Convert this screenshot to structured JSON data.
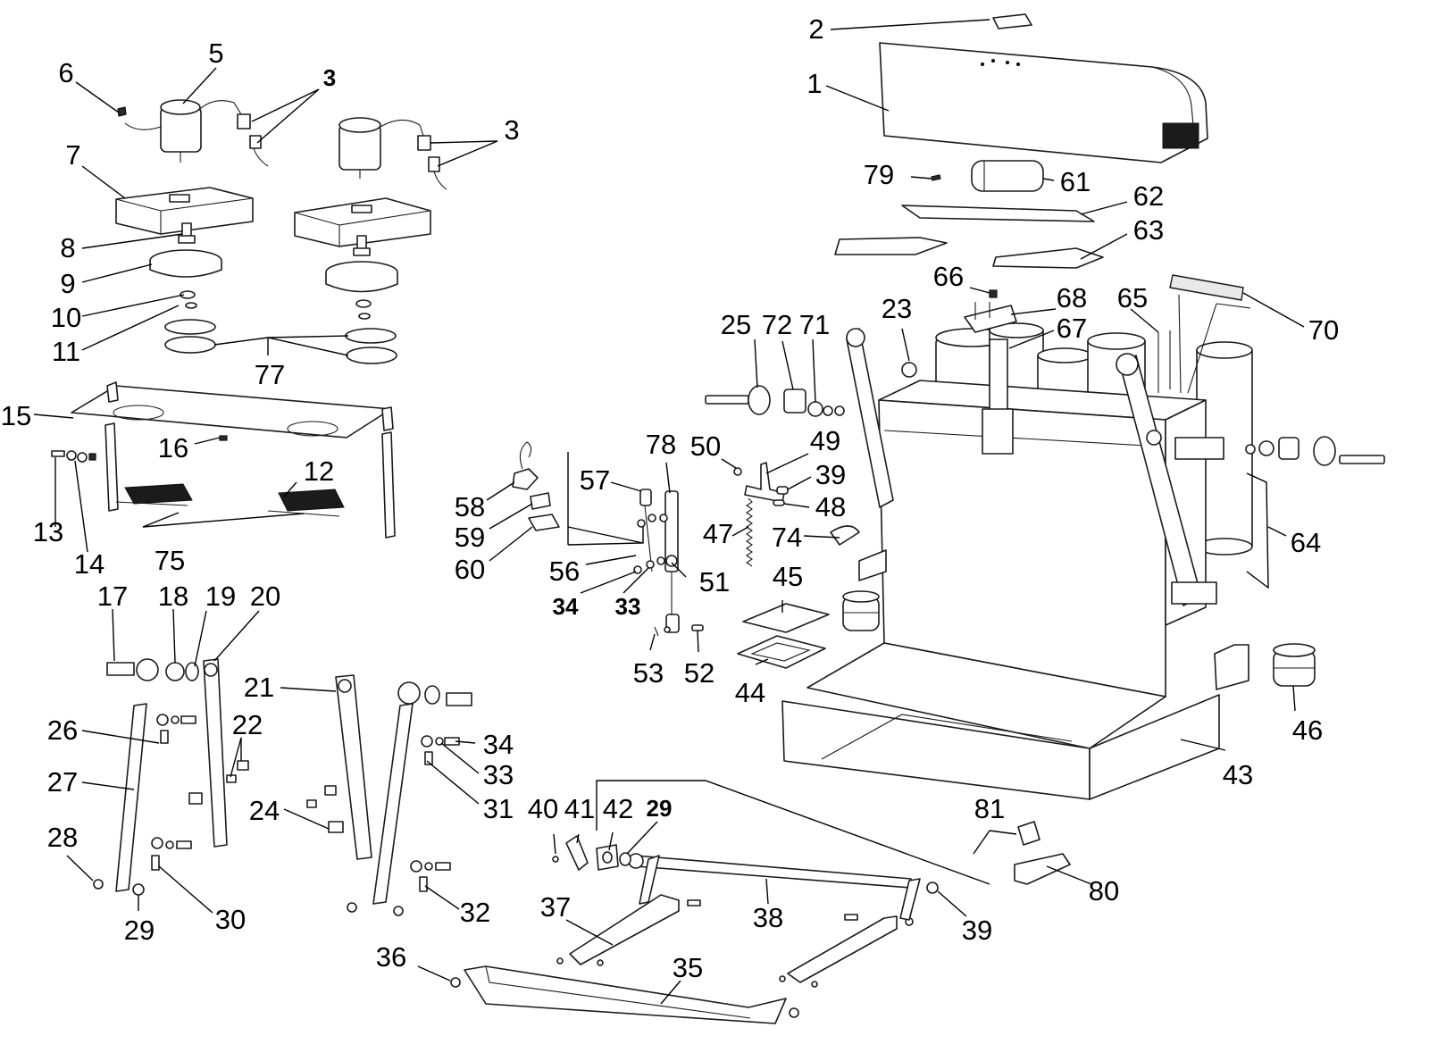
{
  "diagram": {
    "callouts": [
      {
        "id": "c1",
        "text": "1"
      },
      {
        "id": "c2",
        "text": "2"
      },
      {
        "id": "c3a",
        "text": "3"
      },
      {
        "id": "c3b",
        "text": "3"
      },
      {
        "id": "c5",
        "text": "5"
      },
      {
        "id": "c6",
        "text": "6"
      },
      {
        "id": "c7",
        "text": "7"
      },
      {
        "id": "c8",
        "text": "8"
      },
      {
        "id": "c9",
        "text": "9"
      },
      {
        "id": "c10",
        "text": "10"
      },
      {
        "id": "c11",
        "text": "11"
      },
      {
        "id": "c12",
        "text": "12"
      },
      {
        "id": "c13",
        "text": "13"
      },
      {
        "id": "c14",
        "text": "14"
      },
      {
        "id": "c15",
        "text": "15"
      },
      {
        "id": "c16",
        "text": "16"
      },
      {
        "id": "c17",
        "text": "17"
      },
      {
        "id": "c18",
        "text": "18"
      },
      {
        "id": "c19",
        "text": "19"
      },
      {
        "id": "c20",
        "text": "20"
      },
      {
        "id": "c21",
        "text": "21"
      },
      {
        "id": "c22",
        "text": "22"
      },
      {
        "id": "c23",
        "text": "23"
      },
      {
        "id": "c24",
        "text": "24"
      },
      {
        "id": "c25",
        "text": "25"
      },
      {
        "id": "c26",
        "text": "26"
      },
      {
        "id": "c27",
        "text": "27"
      },
      {
        "id": "c28",
        "text": "28"
      },
      {
        "id": "c29a",
        "text": "29"
      },
      {
        "id": "c29b",
        "text": "29"
      },
      {
        "id": "c30",
        "text": "30"
      },
      {
        "id": "c31",
        "text": "31"
      },
      {
        "id": "c32",
        "text": "32"
      },
      {
        "id": "c33a",
        "text": "33"
      },
      {
        "id": "c33b",
        "text": "33"
      },
      {
        "id": "c34a",
        "text": "34"
      },
      {
        "id": "c34b",
        "text": "34"
      },
      {
        "id": "c35",
        "text": "35"
      },
      {
        "id": "c36",
        "text": "36"
      },
      {
        "id": "c37",
        "text": "37"
      },
      {
        "id": "c38",
        "text": "38"
      },
      {
        "id": "c39a",
        "text": "39"
      },
      {
        "id": "c39b",
        "text": "39"
      },
      {
        "id": "c40",
        "text": "40"
      },
      {
        "id": "c41",
        "text": "41"
      },
      {
        "id": "c42",
        "text": "42"
      },
      {
        "id": "c43",
        "text": "43"
      },
      {
        "id": "c44",
        "text": "44"
      },
      {
        "id": "c45",
        "text": "45"
      },
      {
        "id": "c46",
        "text": "46"
      },
      {
        "id": "c47",
        "text": "47"
      },
      {
        "id": "c48",
        "text": "48"
      },
      {
        "id": "c49",
        "text": "49"
      },
      {
        "id": "c50",
        "text": "50"
      },
      {
        "id": "c51",
        "text": "51"
      },
      {
        "id": "c52",
        "text": "52"
      },
      {
        "id": "c53",
        "text": "53"
      },
      {
        "id": "c56",
        "text": "56"
      },
      {
        "id": "c57",
        "text": "57"
      },
      {
        "id": "c58",
        "text": "58"
      },
      {
        "id": "c59",
        "text": "59"
      },
      {
        "id": "c60",
        "text": "60"
      },
      {
        "id": "c61",
        "text": "61"
      },
      {
        "id": "c62",
        "text": "62"
      },
      {
        "id": "c63",
        "text": "63"
      },
      {
        "id": "c64",
        "text": "64"
      },
      {
        "id": "c65",
        "text": "65"
      },
      {
        "id": "c66",
        "text": "66"
      },
      {
        "id": "c67",
        "text": "67"
      },
      {
        "id": "c68",
        "text": "68"
      },
      {
        "id": "c70",
        "text": "70"
      },
      {
        "id": "c71",
        "text": "71"
      },
      {
        "id": "c72",
        "text": "72"
      },
      {
        "id": "c74",
        "text": "74"
      },
      {
        "id": "c75",
        "text": "75"
      },
      {
        "id": "c77",
        "text": "77"
      },
      {
        "id": "c78",
        "text": "78"
      },
      {
        "id": "c79",
        "text": "79"
      },
      {
        "id": "c80",
        "text": "80"
      },
      {
        "id": "c81",
        "text": "81"
      }
    ]
  }
}
